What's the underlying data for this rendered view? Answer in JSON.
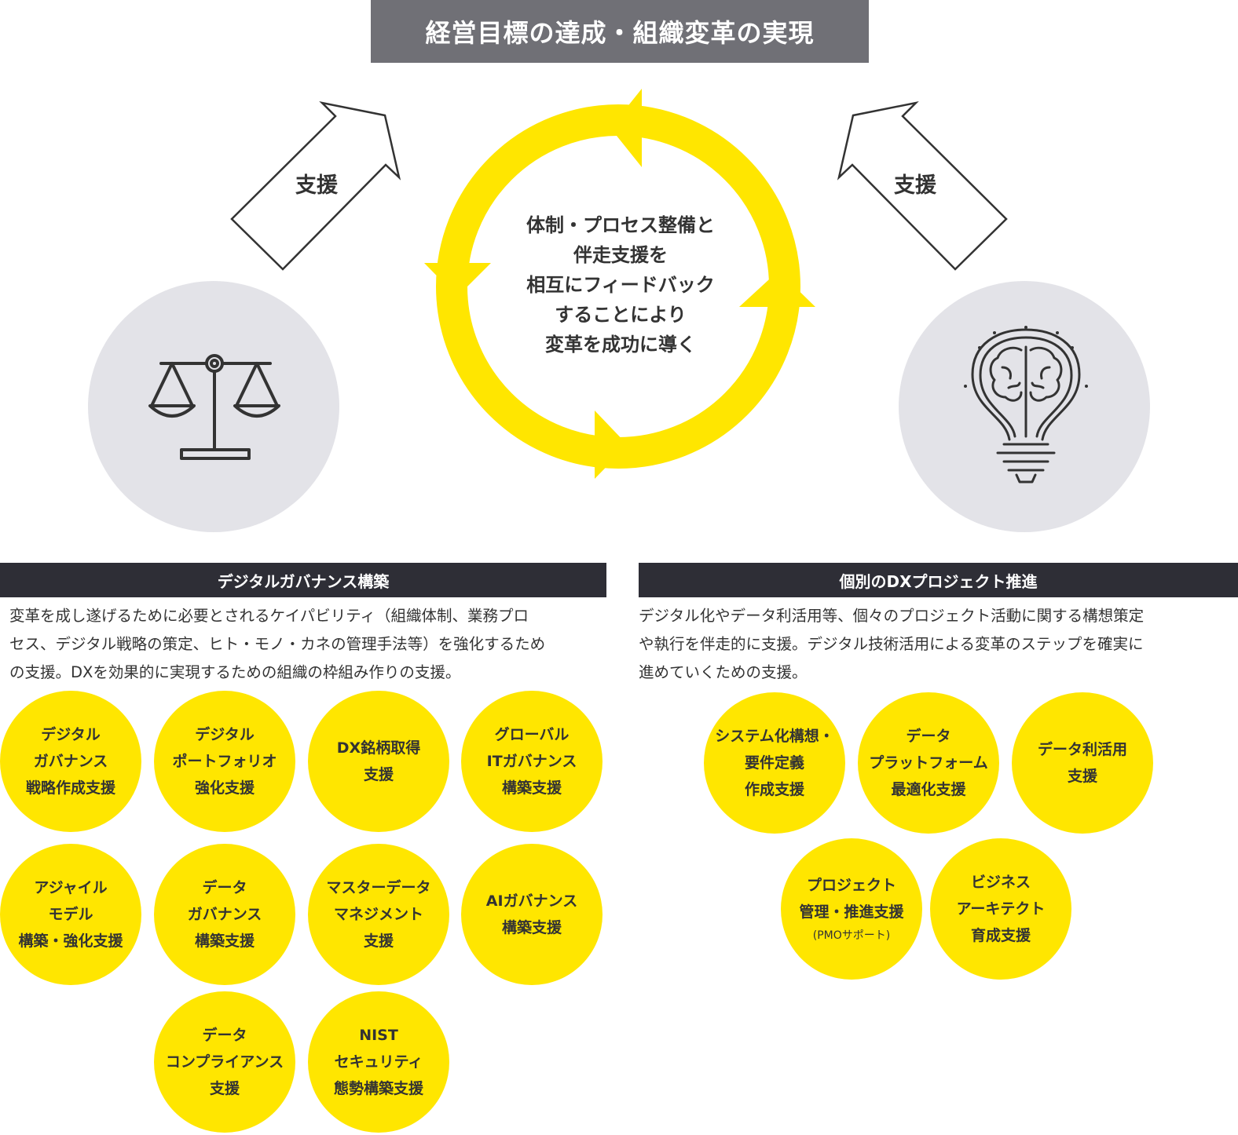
{
  "top_title": "経営目標の達成・組織変革の実現",
  "arrows": {
    "left_label": "支援",
    "right_label": "支援"
  },
  "cycle": {
    "lines": [
      "体制・プロセス整備と",
      "伴走支援を",
      "相互にフィードバック",
      "することにより",
      "変革を成功に導く"
    ]
  },
  "icons": {
    "left": "scales-icon",
    "right": "lightbulb-brain-icon"
  },
  "colors": {
    "yellow": "#ffe600",
    "dark": "#2e2e36",
    "banner": "#707076",
    "circle_bg": "#e3e3e8"
  },
  "governance": {
    "header": "デジタルガバナンス構築",
    "desc": [
      "変革を成し遂げるために必要とされるケイパビリティ（組織体制、業務プロ",
      "セス、デジタル戦略の策定、ヒト・モノ・カネの管理手法等）を強化するため",
      "の支援。DXを効果的に実現するための組織の枠組み作りの支援。"
    ],
    "bubbles": [
      [
        "デジタル",
        "ガバナンス",
        "戦略作成支援"
      ],
      [
        "デジタル",
        "ポートフォリオ",
        "強化支援"
      ],
      [
        "DX銘柄取得",
        "支援"
      ],
      [
        "グローバル",
        "ITガバナンス",
        "構築支援"
      ],
      [
        "アジャイル",
        "モデル",
        "構築・強化支援"
      ],
      [
        "データ",
        "ガバナンス",
        "構築支援"
      ],
      [
        "マスターデータ",
        "マネジメント",
        "支援"
      ],
      [
        "AIガバナンス",
        "構築支援"
      ],
      [
        "データ",
        "コンプライアンス",
        "支援"
      ],
      [
        "NIST",
        "セキュリティ",
        "態勢構築支援"
      ]
    ]
  },
  "project": {
    "header": "個別のDXプロジェクト推進",
    "desc": [
      "デジタル化やデータ利活用等、個々のプロジェクト活動に関する構想策定",
      "や執行を伴走的に支援。デジタル技術活用による変革のステップを確実に",
      "進めていくための支援。"
    ],
    "bubbles": [
      [
        "システム化構想・",
        "要件定義",
        "作成支援"
      ],
      [
        "データ",
        "プラットフォーム",
        "最適化支援"
      ],
      [
        "データ利活用",
        "支援"
      ],
      [
        "プロジェクト",
        "管理・推進支援",
        "(PMOサポート)"
      ],
      [
        "ビジネス",
        "アーキテクト",
        "育成支援"
      ]
    ]
  }
}
